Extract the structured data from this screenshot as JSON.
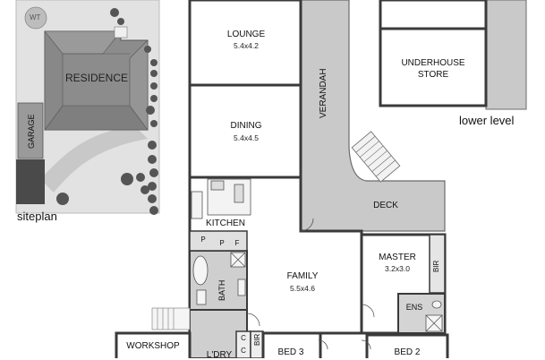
{
  "siteplan": {
    "label": "siteplan",
    "residence": "RESIDENCE",
    "garage": "GARAGE",
    "wt": "WT"
  },
  "lower_level": {
    "label": "lower level",
    "store_line1": "UNDERHOUSE",
    "store_line2": "STORE"
  },
  "rooms": {
    "lounge": {
      "name": "LOUNGE",
      "dims": "5.4x4.2"
    },
    "dining": {
      "name": "DINING",
      "dims": "5.4x4.5"
    },
    "verandah": {
      "name": "VERANDAH"
    },
    "deck": {
      "name": "DECK"
    },
    "kitchen": {
      "name": "KITCHEN"
    },
    "family": {
      "name": "FAMILY",
      "dims": "5.5x4.6"
    },
    "master": {
      "name": "MASTER",
      "dims": "3.2x3.0"
    },
    "bir_master": {
      "name": "BIR"
    },
    "ens": {
      "name": "ENS"
    },
    "bath": {
      "name": "BATH"
    },
    "pantry1": {
      "name": "P"
    },
    "pantry2": {
      "name": "P"
    },
    "fridge": {
      "name": "F"
    },
    "workshop": {
      "name": "WORKSHOP"
    },
    "laundry": {
      "name": "L'DRY"
    },
    "cupboard1": {
      "name": "C"
    },
    "cupboard2": {
      "name": "C"
    },
    "bir_bed3": {
      "name": "BIR"
    },
    "bed3": {
      "name": "BED 3"
    },
    "bed2": {
      "name": "BED 2"
    }
  },
  "colors": {
    "wall": "#3a3a3a",
    "verandah_fill": "#c8c8c8",
    "roof": "#8a8a8a",
    "site_fill": "#dedede",
    "wet_area": "#cfcfcf"
  }
}
